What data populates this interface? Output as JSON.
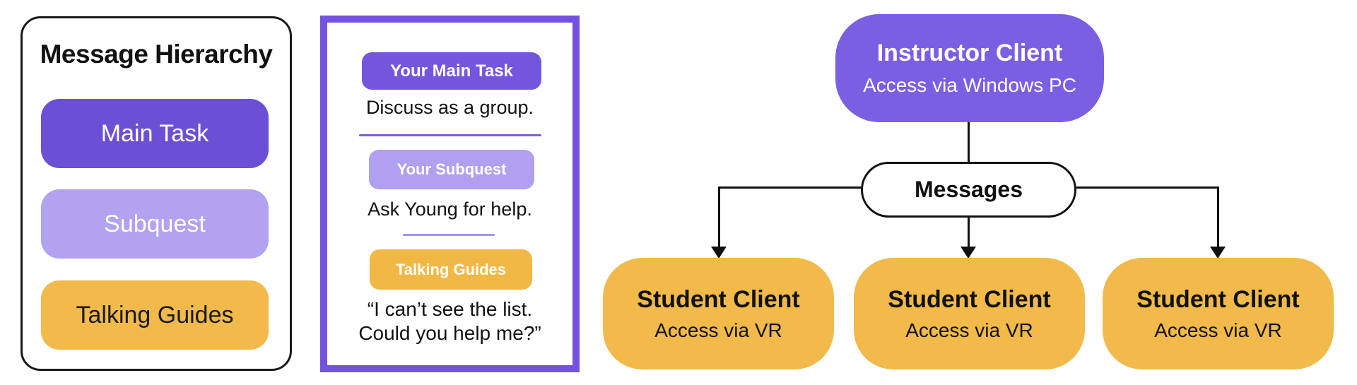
{
  "colors": {
    "purple_dark": "#6B50D6",
    "purple_badge": "#7456DE",
    "purple_instructor": "#7A5FE3",
    "purple_border": "#7452E0",
    "purple_light": "#B2A2EF",
    "yellow": "#F2B94B",
    "connector_black": "#111111"
  },
  "hierarchy_panel": {
    "title": "Message Hierarchy",
    "levels": [
      {
        "label": "Main Task"
      },
      {
        "label": "Subquest"
      },
      {
        "label": "Talking Guides"
      }
    ]
  },
  "example_panel": {
    "items": [
      {
        "badge": "Your Main Task",
        "caption": "Discuss as a group."
      },
      {
        "badge": "Your Subquest",
        "caption": "Ask Young for help."
      },
      {
        "badge": "Talking Guides",
        "caption_lines": [
          "“I can’t see the list.",
          "Could you help me?”"
        ]
      }
    ]
  },
  "network_diagram": {
    "instructor": {
      "title": "Instructor Client",
      "subtitle": "Access via Windows PC"
    },
    "hub_label": "Messages",
    "students": [
      {
        "title": "Student Client",
        "subtitle": "Access via VR"
      },
      {
        "title": "Student Client",
        "subtitle": "Access via VR"
      },
      {
        "title": "Student Client",
        "subtitle": "Access via VR"
      }
    ]
  }
}
